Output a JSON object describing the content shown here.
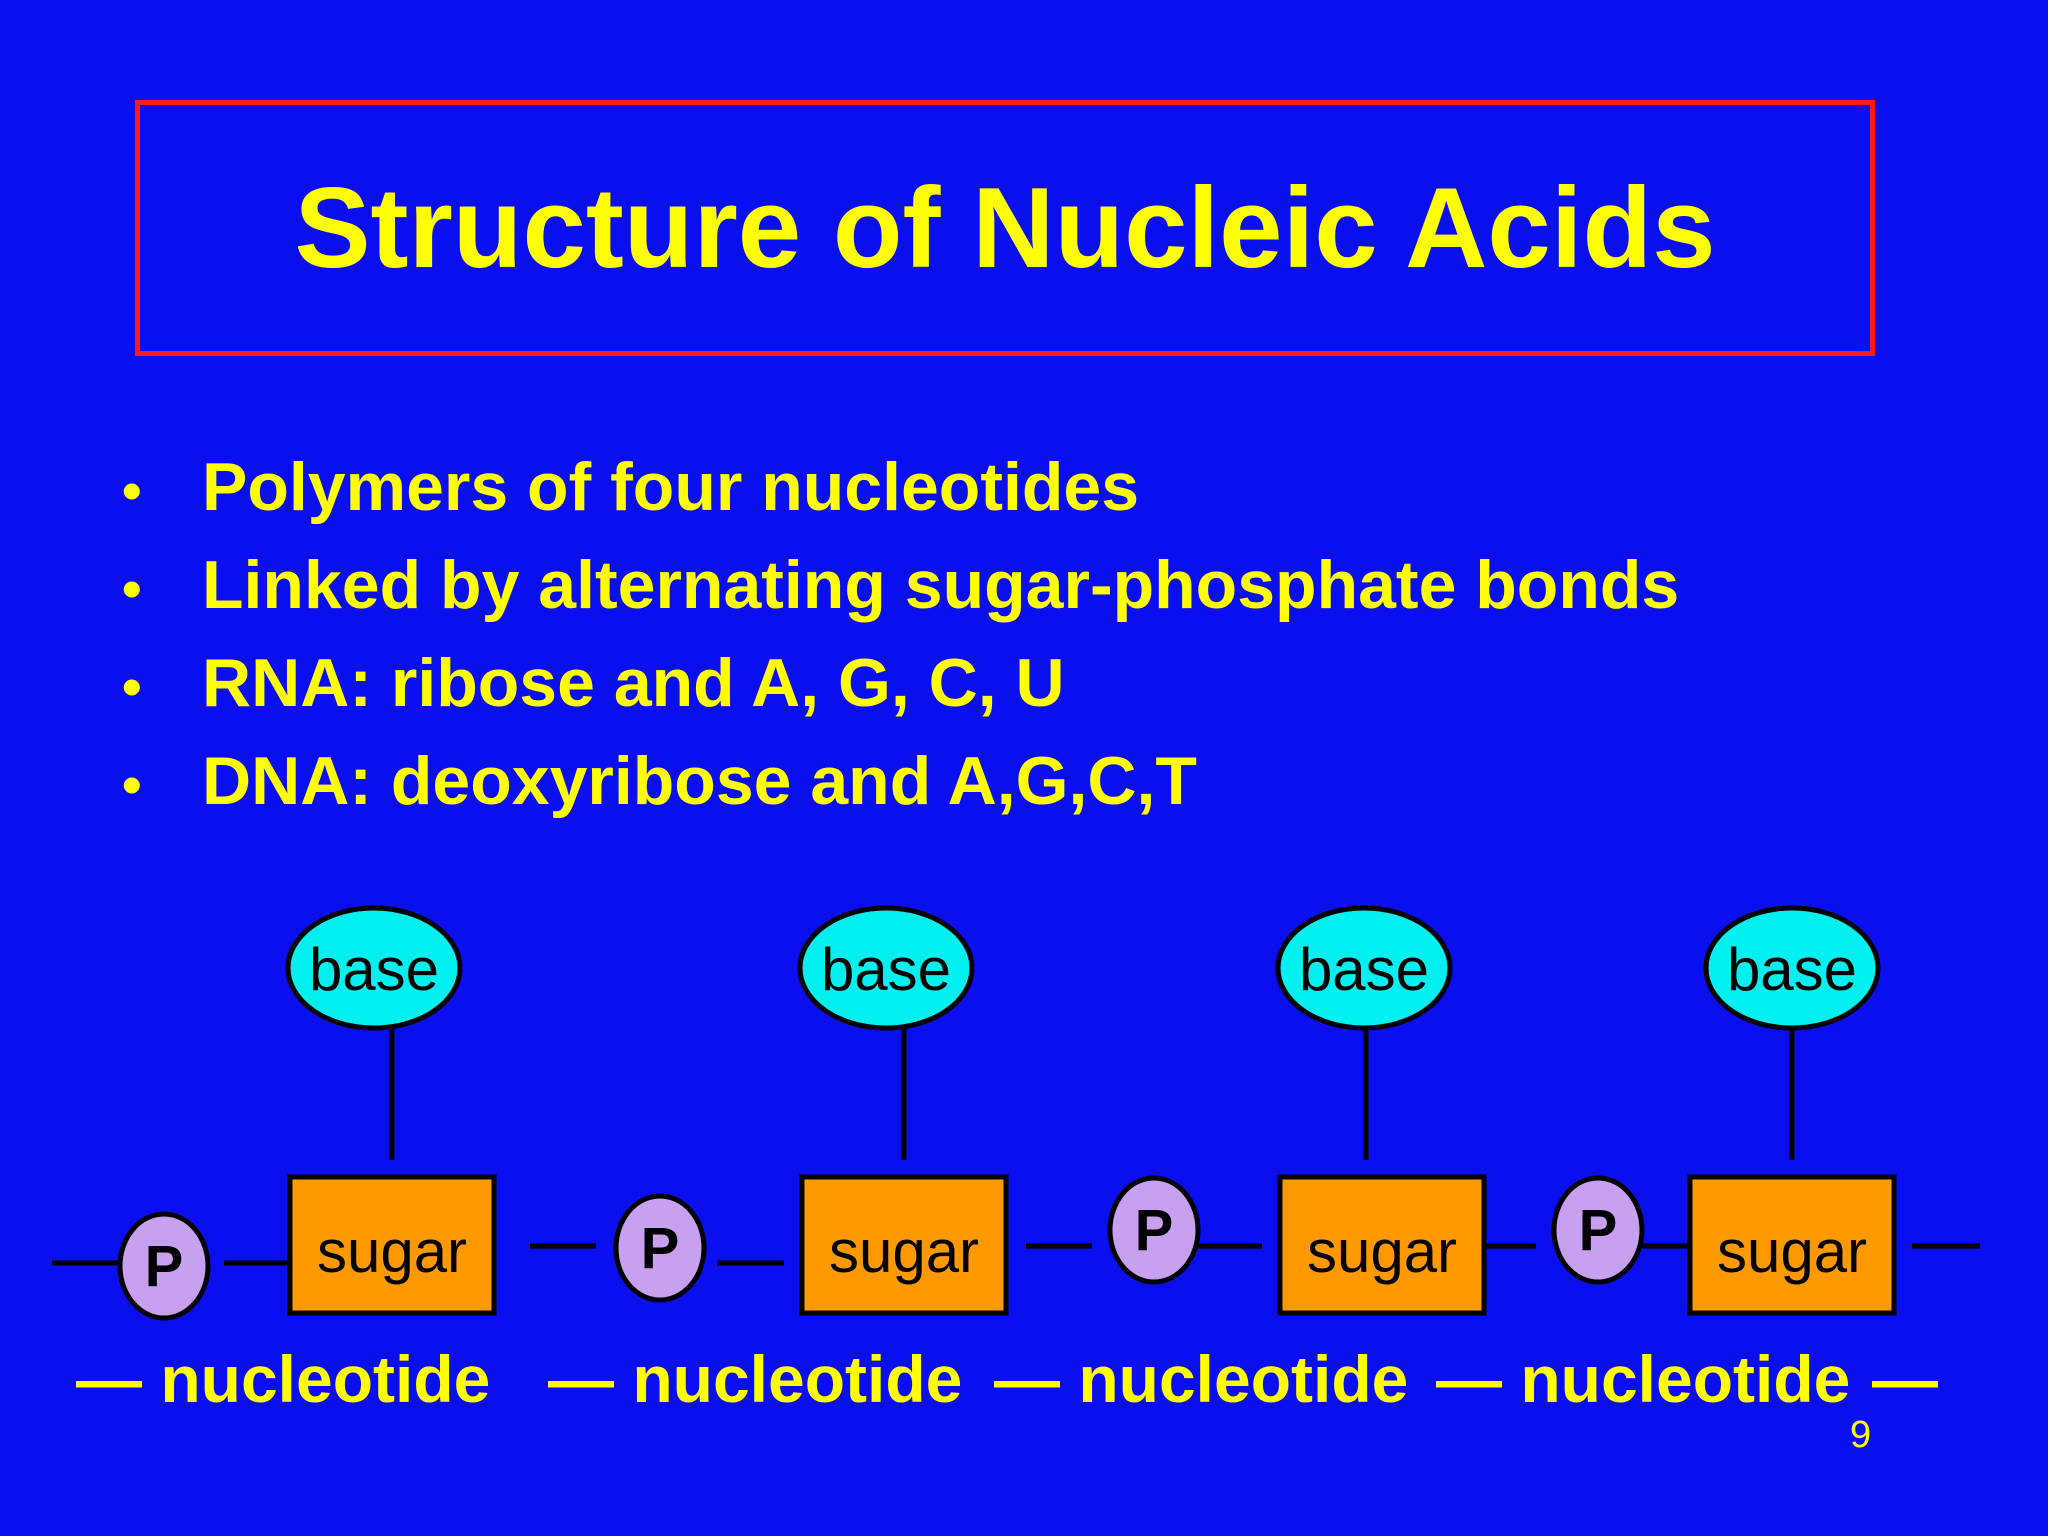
{
  "slide": {
    "title": "Structure of Nucleic Acids",
    "bullet_symbol": "•",
    "bullets": [
      "Polymers of four nucleotides",
      "Linked by alternating sugar-phosphate bonds",
      "RNA: ribose and A, G, C, U",
      "DNA: deoxyribose and A,G,C,T"
    ],
    "page_number": "9"
  },
  "diagram": {
    "units": [
      {
        "phosphate": "P",
        "sugar": "sugar",
        "base": "base",
        "label": "— nucleotide"
      },
      {
        "phosphate": "P",
        "sugar": "sugar",
        "base": "base",
        "label": "— nucleotide"
      },
      {
        "phosphate": "P",
        "sugar": "sugar",
        "base": "base",
        "label": "— nucleotide"
      },
      {
        "phosphate": "P",
        "sugar": "sugar",
        "base": "base",
        "label": "— nucleotide"
      }
    ],
    "trailing_dash": "—"
  },
  "colors": {
    "background": "#0a0ff0",
    "title_border": "#ff1a1a",
    "text": "#ffff00",
    "base_fill": "#00f0f0",
    "sugar_fill": "#ff9900",
    "phosphate_fill": "#c8a0f0",
    "lines": "#000000"
  }
}
